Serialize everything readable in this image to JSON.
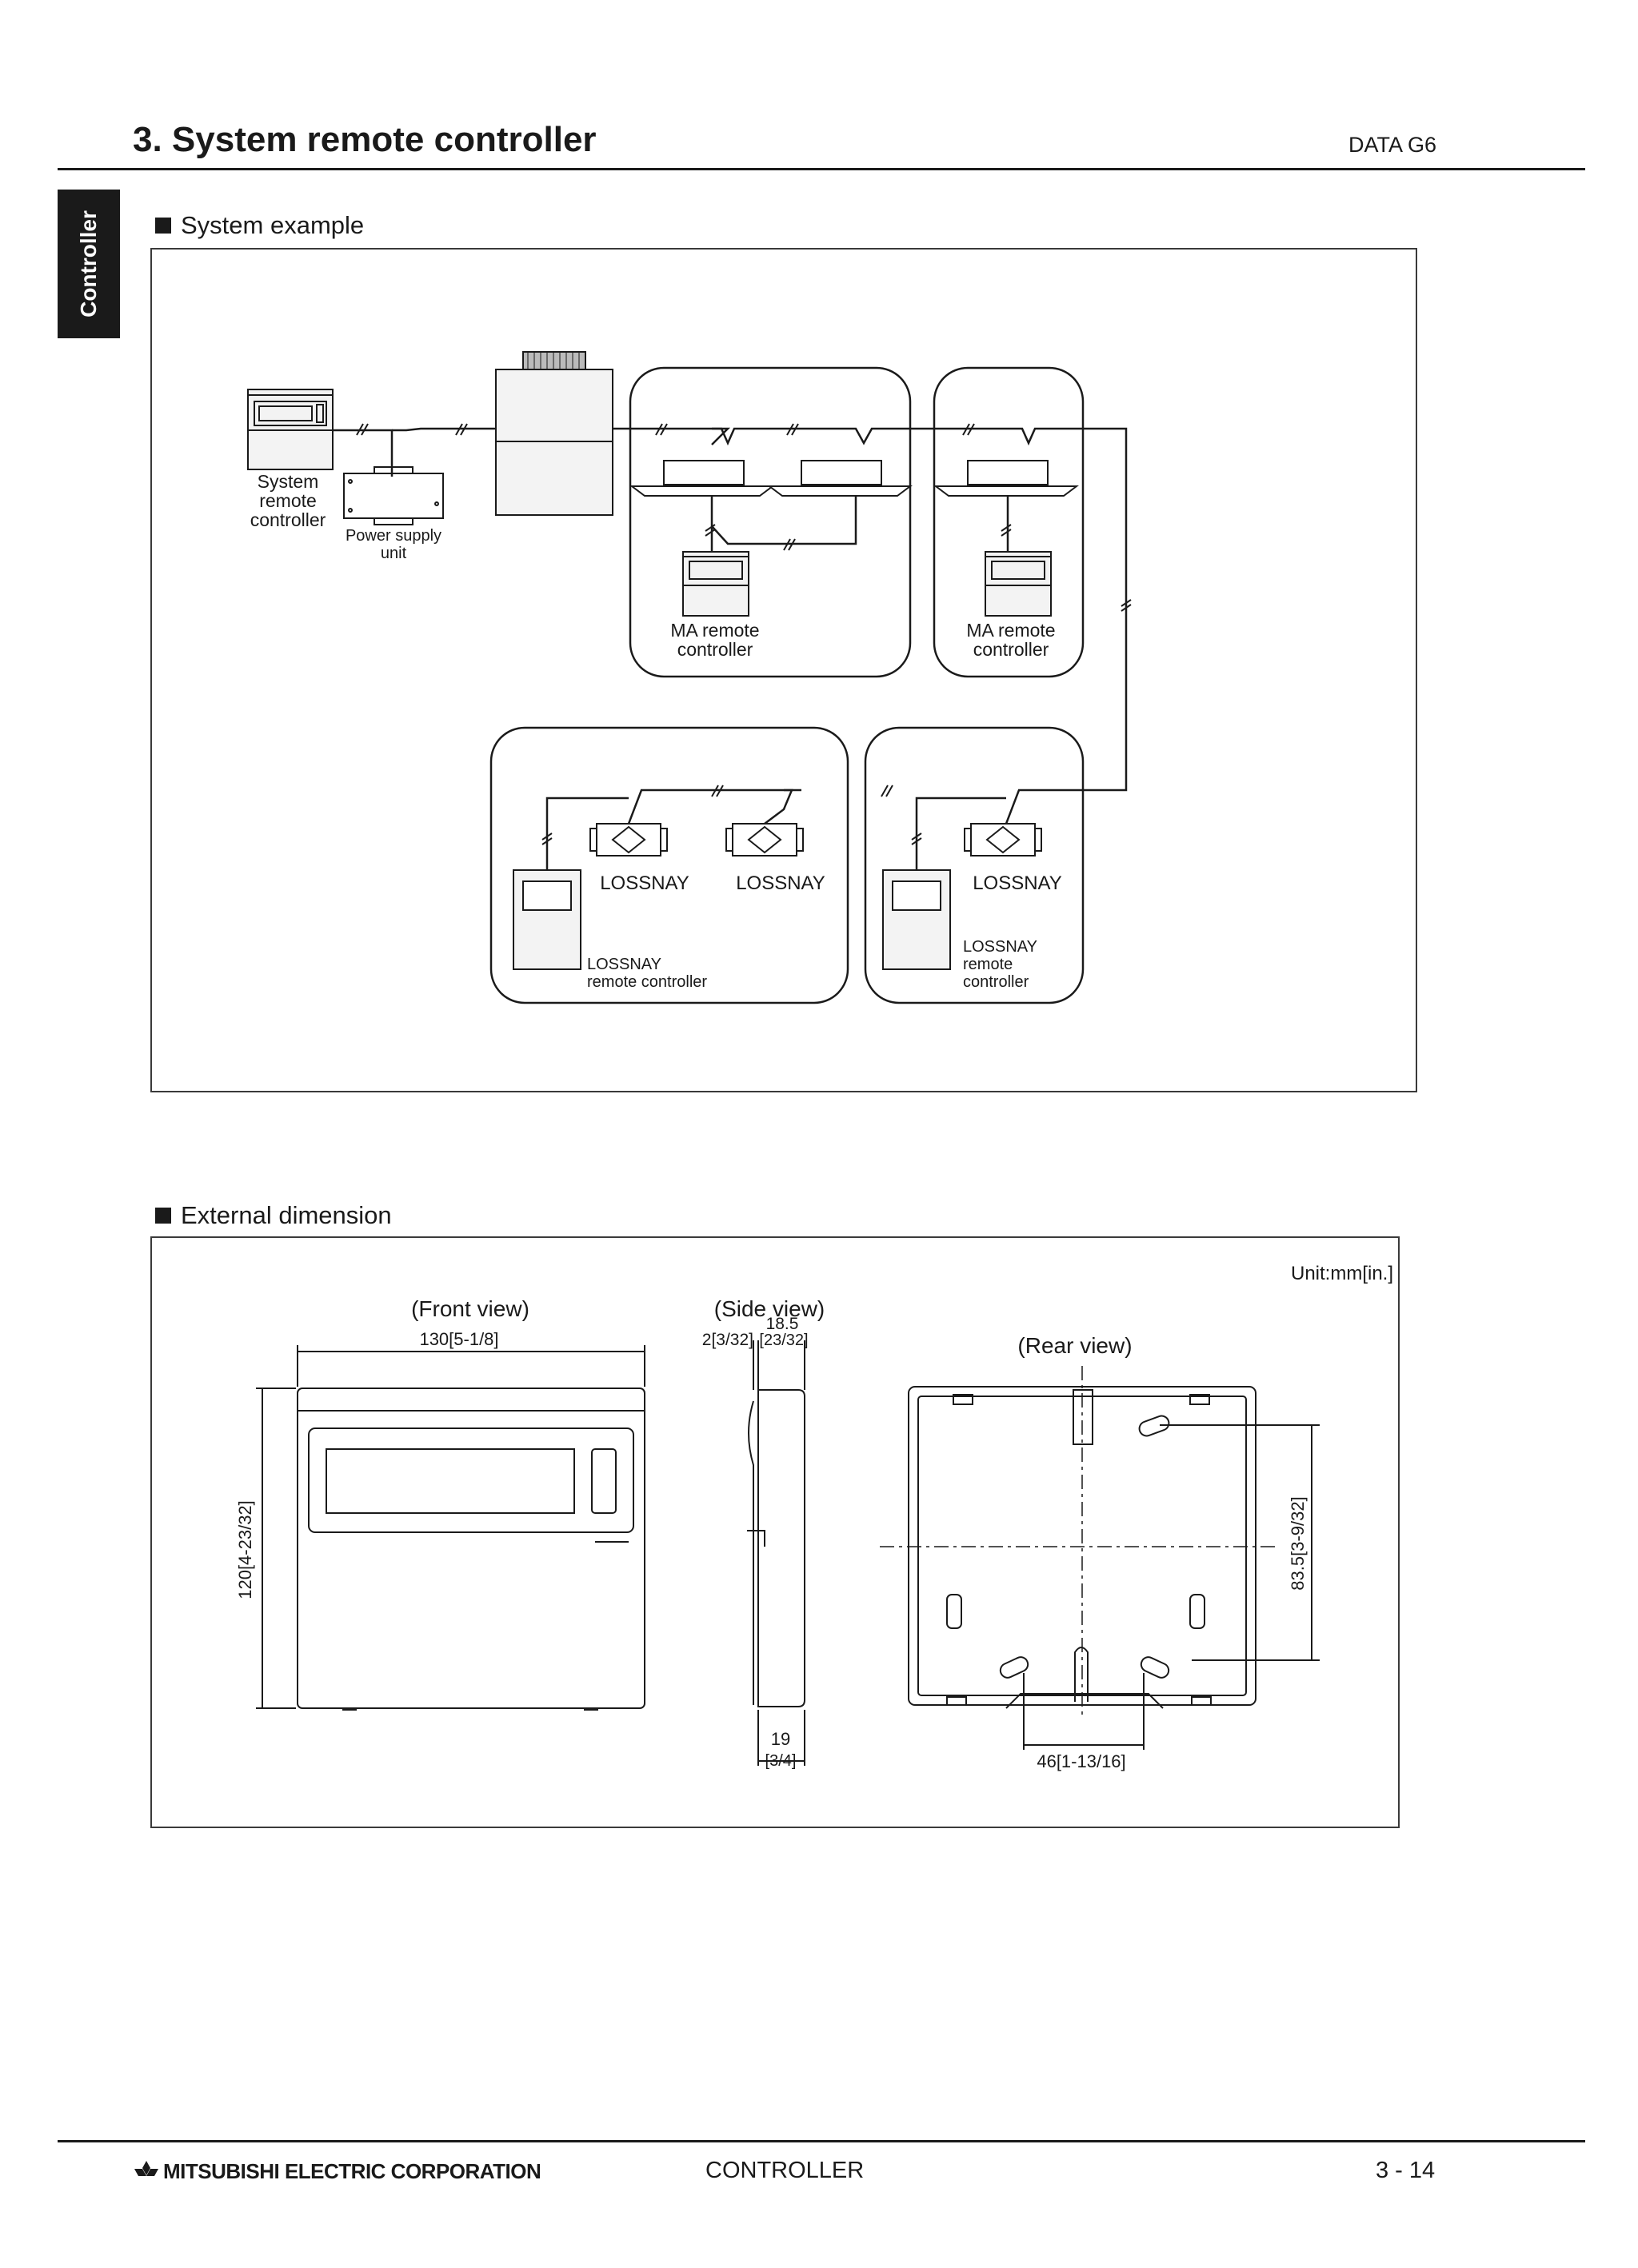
{
  "header": {
    "title": "3. System remote controller",
    "code": "DATA G6",
    "side_tab": "Controller"
  },
  "system_example": {
    "heading": "System example",
    "labels": {
      "system_remote_controller": [
        "System",
        "remote",
        "controller"
      ],
      "power_supply_unit": [
        "Power supply",
        "unit"
      ],
      "ma_remote_controller": [
        "MA remote",
        "controller"
      ],
      "lossnay": "LOSSNAY",
      "lossnay_remote_controller_a": [
        "LOSSNAY",
        "remote controller"
      ],
      "lossnay_remote_controller_b": [
        "LOSSNAY",
        "remote",
        "controller"
      ]
    }
  },
  "external_dimension": {
    "heading": "External dimension",
    "unit": "Unit:mm[in.]",
    "front_view": "(Front view)",
    "side_view": "(Side view)",
    "rear_view": "(Rear view)",
    "front_width": "130[5-1/8]",
    "front_height": "120[4-23/32]",
    "side_2": "2[3/32]",
    "side_18_5": "18.5",
    "side_18_5_in": "[23/32]",
    "side_19": "19",
    "side_19_in": "[3/4]",
    "rear_height": "83.5[3-9/32]",
    "rear_width": "46[1-13/16]"
  },
  "footer": {
    "company": "MITSUBISHI ELECTRIC CORPORATION",
    "section": "CONTROLLER",
    "page": "3 - 14"
  }
}
